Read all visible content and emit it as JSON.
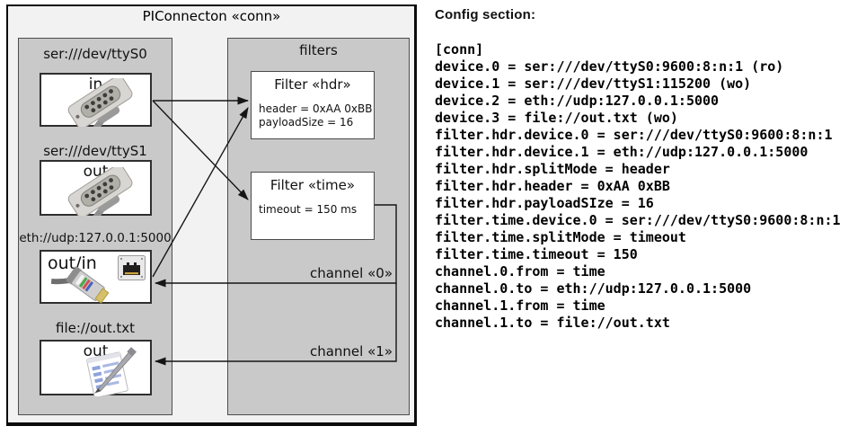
{
  "colors": {
    "frame_background": "#f2f2f2",
    "column_background": "#c9c9c9",
    "box_background": "#ffffff",
    "wire": "#151515",
    "frame_border": "#0b0b0b"
  },
  "diagram": {
    "title": "PIConnecton «conn»",
    "filters_title": "filters",
    "devices": [
      {
        "label": "ser:///dev/ttyS0",
        "direction": "in",
        "icon": "db9-serial-connector"
      },
      {
        "label": "ser:///dev/ttyS1",
        "direction": "out",
        "icon": "db9-serial-connector"
      },
      {
        "label": "eth://udp:127.0.0.1:5000",
        "direction": "out/in",
        "icon": "rj45-ethernet-plug"
      },
      {
        "label": "file://out.txt",
        "direction": "out",
        "icon": "notepad-pencil"
      }
    ],
    "filters": [
      {
        "title": "Filter «hdr»",
        "attributes": [
          "header = 0xAA 0xBB",
          "payloadSize = 16"
        ]
      },
      {
        "title": "Filter «time»",
        "attributes": [
          "timeout = 150 ms"
        ]
      }
    ],
    "channels": [
      {
        "label": "channel «0»"
      },
      {
        "label": "channel «1»"
      }
    ]
  },
  "config": {
    "heading": "Config section:",
    "lines": [
      "[conn]",
      "device.0 = ser:///dev/ttyS0:9600:8:n:1 (ro)",
      "device.1 = ser:///dev/ttyS1:115200 (wo)",
      "device.2 = eth://udp:127.0.0.1:5000",
      "device.3 = file://out.txt (wo)",
      "filter.hdr.device.0 = ser:///dev/ttyS0:9600:8:n:1",
      "filter.hdr.device.1 = eth://udp:127.0.0.1:5000",
      "filter.hdr.splitMode = header",
      "filter.hdr.header = 0xAA 0xBB",
      "filter.hdr.payloadSIze = 16",
      "filter.time.device.0 = ser:///dev/ttyS0:9600:8:n:1",
      "filter.time.splitMode = timeout",
      "filter.time.timeout = 150",
      "channel.0.from = time",
      "channel.0.to = eth://udp:127.0.0.1:5000",
      "channel.1.from = time",
      "channel.1.to = file://out.txt"
    ]
  }
}
